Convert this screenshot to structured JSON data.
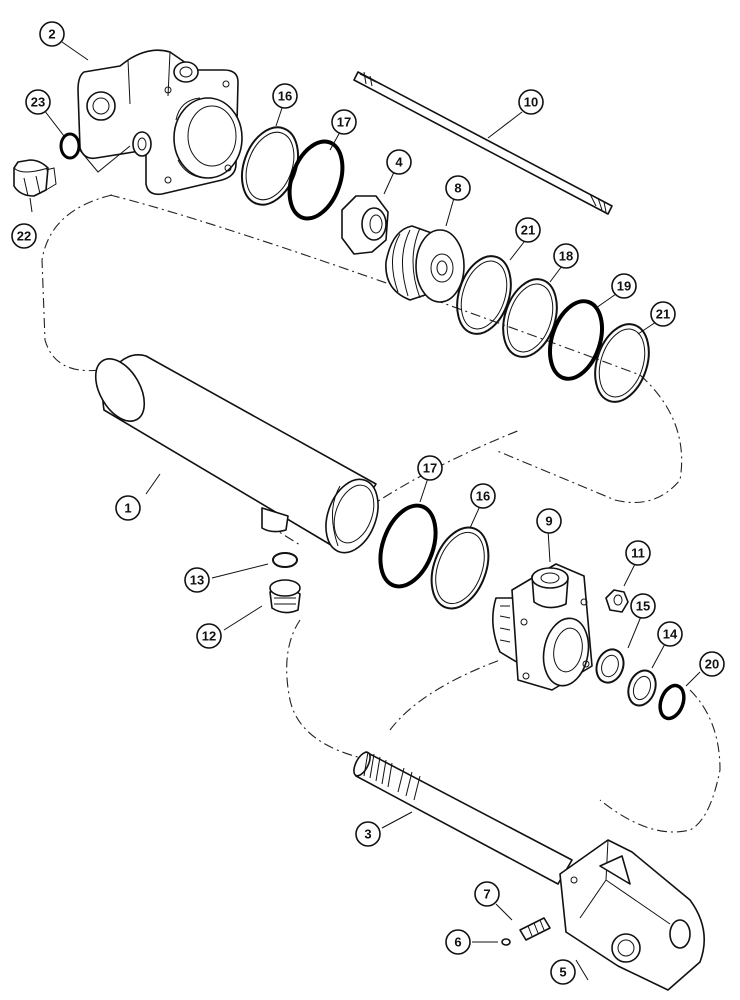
{
  "callouts": [
    {
      "id": "c1",
      "label": "1"
    },
    {
      "id": "c2",
      "label": "2"
    },
    {
      "id": "c3",
      "label": "3"
    },
    {
      "id": "c4",
      "label": "4"
    },
    {
      "id": "c5",
      "label": "5"
    },
    {
      "id": "c6",
      "label": "6"
    },
    {
      "id": "c7",
      "label": "7"
    },
    {
      "id": "c8",
      "label": "8"
    },
    {
      "id": "c9",
      "label": "9"
    },
    {
      "id": "c10",
      "label": "10"
    },
    {
      "id": "c11",
      "label": "11"
    },
    {
      "id": "c12",
      "label": "12"
    },
    {
      "id": "c13",
      "label": "13"
    },
    {
      "id": "c14",
      "label": "14"
    },
    {
      "id": "c15",
      "label": "15"
    },
    {
      "id": "c16a",
      "label": "16"
    },
    {
      "id": "c16b",
      "label": "16"
    },
    {
      "id": "c17a",
      "label": "17"
    },
    {
      "id": "c17b",
      "label": "17"
    },
    {
      "id": "c18",
      "label": "18"
    },
    {
      "id": "c19",
      "label": "19"
    },
    {
      "id": "c20",
      "label": "20"
    },
    {
      "id": "c21a",
      "label": "21"
    },
    {
      "id": "c21b",
      "label": "21"
    },
    {
      "id": "c22",
      "label": "22"
    },
    {
      "id": "c23",
      "label": "23"
    }
  ]
}
